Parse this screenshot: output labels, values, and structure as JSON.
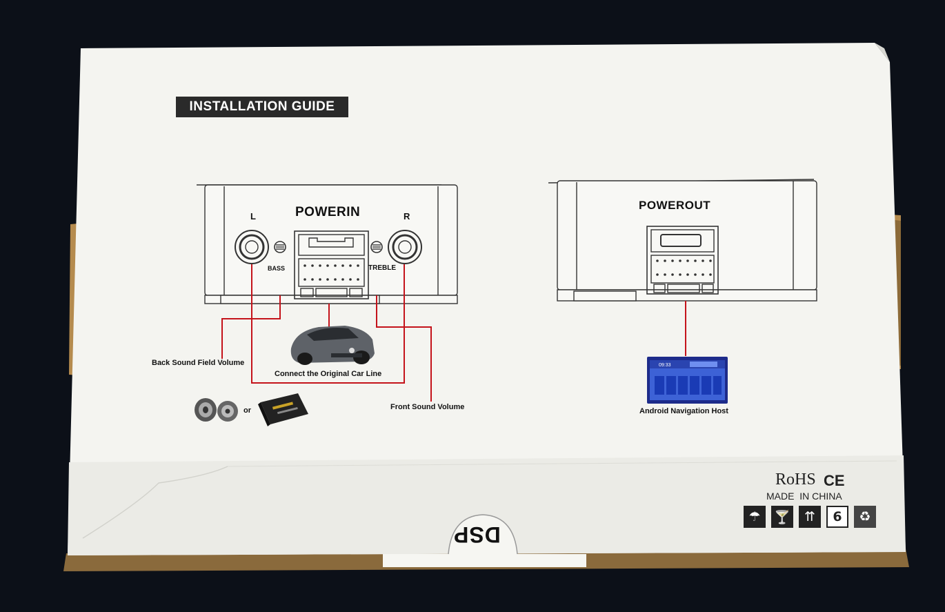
{
  "guide": {
    "title": "INSTALLATION GUIDE"
  },
  "powerin": {
    "title": "POWERIN",
    "left_label": "L",
    "right_label": "R",
    "bass_label": "BASS",
    "treble_label": "TREBLE",
    "back_sound_label": "Back Sound Field Volume",
    "car_label": "Connect the Original Car Line",
    "or_label": "or",
    "front_sound_label": "Front Sound Volume"
  },
  "powerout": {
    "title": "POWEROUT",
    "host_label": "Android Navigation Host",
    "screen_time": "09:33"
  },
  "marks": {
    "rohs": "RoHS",
    "ce": "CE",
    "origin": "MADE  IN CHINA",
    "recycle_number": "6"
  },
  "box": {
    "tab_text": "DSP"
  },
  "colors": {
    "box_white": "#f4f4f0",
    "cardboard": "#a8834e",
    "wire_red": "#c4121a",
    "line_dark": "#333333",
    "background": "#0c1018"
  },
  "icons": [
    "umbrella-icon",
    "glass-icon",
    "this-way-up-icon",
    "stack-limit-icon",
    "recycle-icon"
  ]
}
